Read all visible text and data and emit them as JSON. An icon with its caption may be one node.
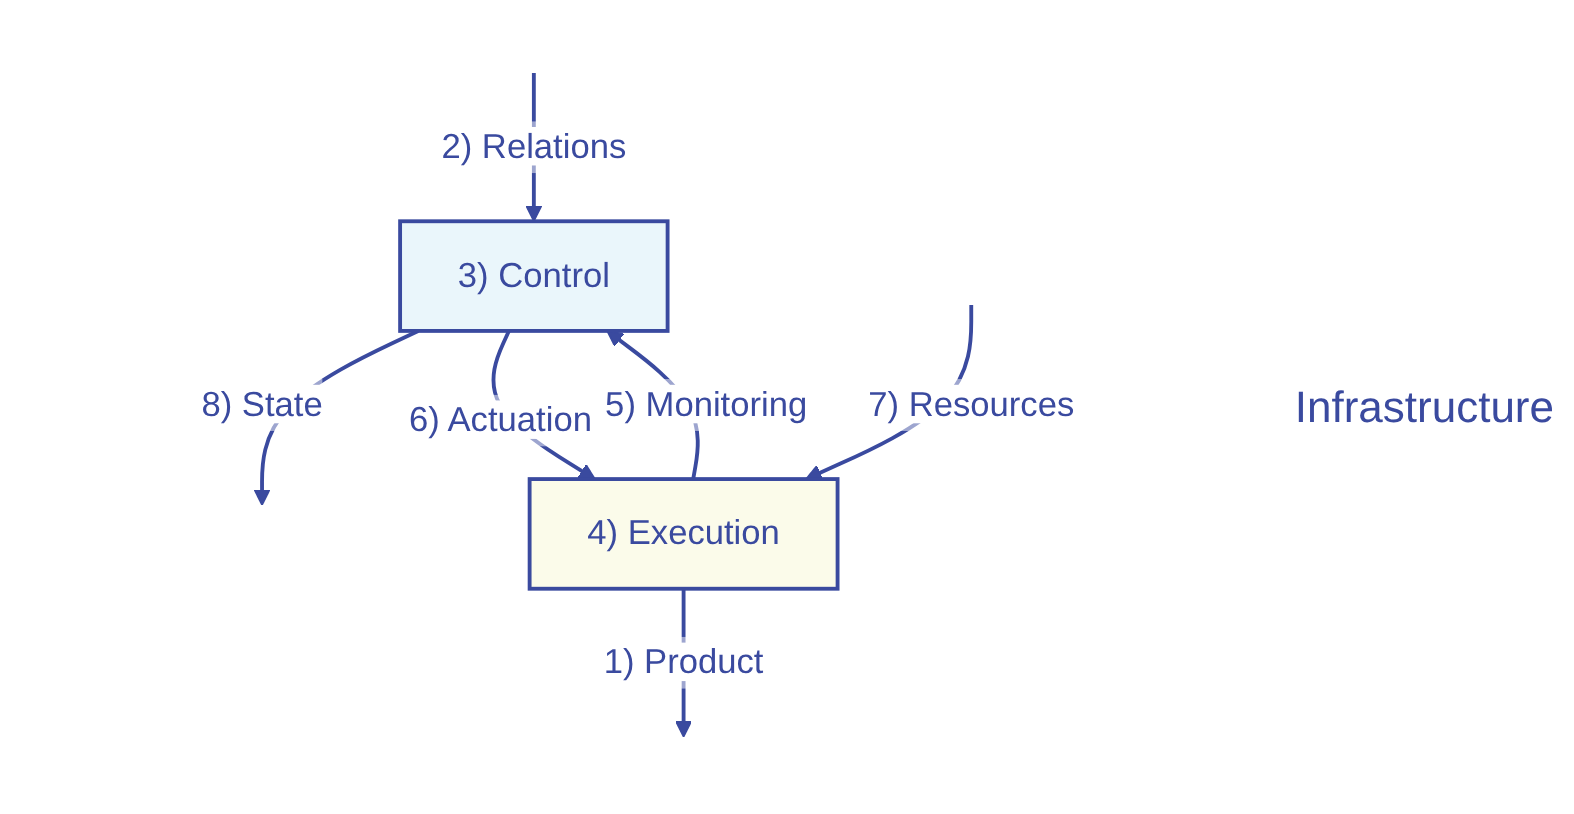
{
  "diagram": {
    "nodes": [
      {
        "text": [
          "3) Control"
        ]
      },
      {
        "text": [
          "4) Execution"
        ]
      }
    ],
    "edges": [
      {
        "from": null,
        "to": 0,
        "arrow": "to",
        "label": "2) Relations"
      },
      {
        "from": 0,
        "to": null,
        "arrow": "to",
        "label": "8) State"
      },
      {
        "from": 1,
        "to": 0,
        "arrow": "to",
        "label": "5) Monitoring"
      },
      {
        "from": 0,
        "to": 1,
        "arrow": "to",
        "label": "6) Actuation"
      },
      {
        "from": null,
        "to": 1,
        "arrow": "to",
        "label": "7) Resources"
      },
      {
        "from": 1,
        "to": null,
        "arrow": "to",
        "label": "1) Product"
      }
    ],
    "labels": [
      "Infrastructure"
    ]
  }
}
